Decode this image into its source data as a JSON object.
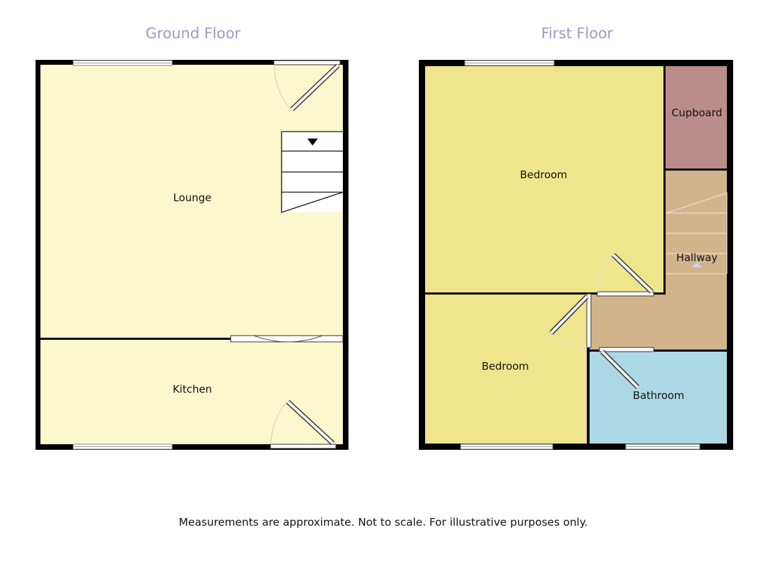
{
  "ground_floor": {
    "title": "Ground Floor",
    "rooms": [
      {
        "label": "Lounge",
        "color": "#fcf8cd"
      },
      {
        "label": "Kitchen",
        "color": "#fcf8cd"
      }
    ]
  },
  "first_floor": {
    "title": "First Floor",
    "rooms": [
      {
        "label": "Bedroom",
        "color": "#efe58c"
      },
      {
        "label": "Cupboard",
        "color": "#bb8d8a"
      },
      {
        "label": "Hallway",
        "color": "#d2b48c"
      },
      {
        "label": "Bedroom",
        "color": "#efe58c"
      },
      {
        "label": "Bathroom",
        "color": "#add8e6"
      }
    ]
  },
  "footer": {
    "disclaimer": "Measurements are approximate. Not to scale. For illustrative purposes only."
  }
}
